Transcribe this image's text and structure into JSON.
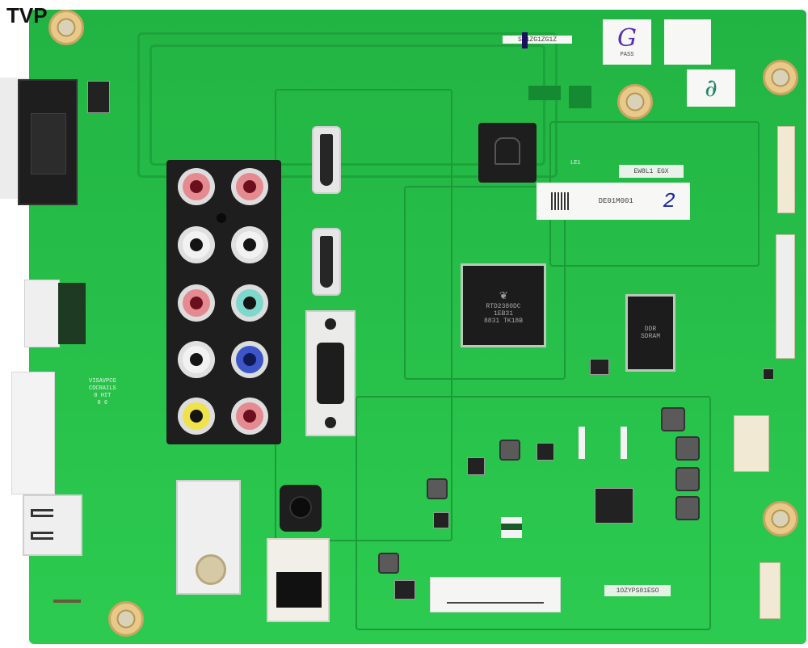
{
  "watermark": {
    "text": "TVP"
  },
  "board": {
    "description": "TV main board (PCB), green",
    "colors": {
      "pcb": "#27c24a",
      "trace": "#1ea33c",
      "chip": "#1c1c1c",
      "connector_black": "#1e1e1e",
      "mount_pad": "#e8c98a"
    }
  },
  "main_processor": {
    "lines": [
      "RTD2380DC",
      "1EB31",
      "8831 TK18B"
    ],
    "logo": "realtek-crab-logo"
  },
  "memory_chip": {
    "lines": [
      "DDR",
      "SDRAM"
    ]
  },
  "stickers": {
    "handwritten_1": {
      "text": "G",
      "color": "#5a2db8",
      "caption": "PASS"
    },
    "handwritten_2": {
      "text": "",
      "caption": ""
    },
    "logo_sticker": {
      "text": "∂"
    },
    "barcode_label": {
      "text": "DE01M001",
      "annotation": "2",
      "annotation_color": "#1a2aa8"
    },
    "serial_strip": {
      "text": "SI1ZG1ZG1Z"
    },
    "strip_top_right": {
      "text": "EW8L1 EGX"
    }
  },
  "silkscreen": {
    "left_block": [
      "VISAVPCG",
      "COCRAILS",
      "0 HIT",
      "0 6"
    ],
    "bottom_right": "1OZYPS01ESO",
    "small_label_top": "LE1"
  },
  "connectors": {
    "rca_jacks": [
      {
        "row": 1,
        "left": "#e58a90",
        "right": "#e58a90"
      },
      {
        "row": 2,
        "left": "#f2f2f2",
        "right": "#f2f2f2"
      },
      {
        "row": 3,
        "left": "#e58a90",
        "right": "#7fd8cc"
      },
      {
        "row": 4,
        "left": "#f2f2f2",
        "right": "#3c55c8"
      },
      {
        "row": 5,
        "left": "#f0e24a",
        "right": "#e58a90"
      }
    ],
    "hdmi_ports": 2,
    "left_side": [
      "vga-serial-port",
      "hdmi-side-port",
      "service-card-slot",
      "usb-a-port"
    ],
    "bottom": [
      "tuner",
      "headphone-jack",
      "ethernet-rj45",
      "lvds-fpc-bottom"
    ],
    "top_right": [
      "optical-toslink",
      "fpc-connector-top-right",
      "lvds-connector-right"
    ]
  }
}
